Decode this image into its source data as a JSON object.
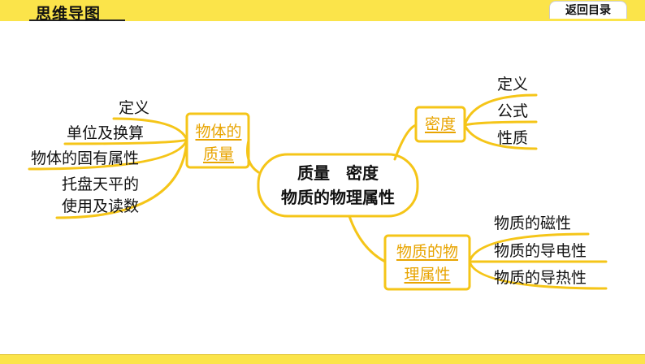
{
  "header": {
    "title": "思维导图",
    "return_label": "返回目录"
  },
  "center": {
    "line1": "质量　密度",
    "line2": "物质的物理属性"
  },
  "left_branch": {
    "node_line1": "物体的",
    "node_line2": "质量",
    "leaves": [
      "定义",
      "单位及换算",
      "物体的固有属性"
    ],
    "leaf4_line1": "托盘天平的",
    "leaf4_line2": "使用及读数"
  },
  "top_right_branch": {
    "node": "密度",
    "leaves": [
      "定义",
      "公式",
      "性质"
    ]
  },
  "bottom_right_branch": {
    "node_line1": "物质的物",
    "node_line2": "理属性",
    "leaves": [
      "物质的磁性",
      "物质的导电性",
      "物质的导热性"
    ]
  },
  "colors": {
    "accent": "#f5c518",
    "node_text": "#e8a400",
    "bar": "#fbe44a"
  }
}
